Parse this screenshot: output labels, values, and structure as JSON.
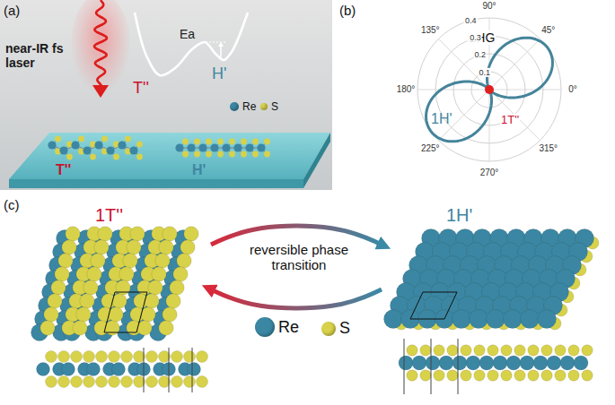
{
  "diagram": {
    "nodes": [
      {
        "text": [
          "1T''"
        ]
      },
      {
        "text": [
          "1H'"
        ]
      }
    ],
    "edges": [
      {
        "from": 0,
        "to": 1,
        "arrow": "to"
      },
      {
        "from": 1,
        "to": 0,
        "arrow": "to"
      }
    ],
    "labels": [
      "(a)",
      "near-IR fs laser",
      "Ea",
      "T''",
      "H'",
      "T''",
      "H'",
      "(b)",
      "SHG",
      "90°",
      "45°",
      "135°",
      "0°",
      "180°",
      "225°",
      "270°",
      "315°",
      "0.1",
      "0.2",
      "0.3",
      "0.4",
      "1T''",
      "1H'",
      "(c)",
      "reversible phase transition"
    ],
    "legend": [
      {
        "text": "Re",
        "color": "#3b87a3"
      },
      {
        "text": "S",
        "color": "#d8d24a"
      },
      {
        "text": "Re",
        "color": "#3b87a3"
      },
      {
        "text": "S",
        "color": "#d8d24a"
      }
    ]
  }
}
